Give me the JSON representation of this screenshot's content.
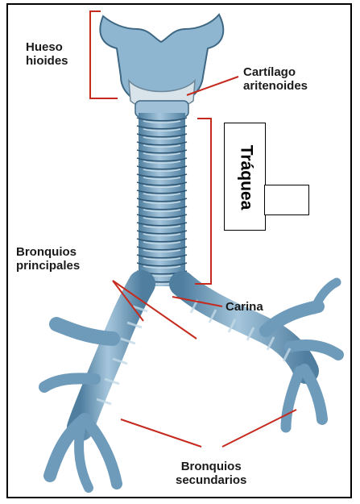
{
  "labels": {
    "hueso_hioides": "Hueso\nhioides",
    "cartilago_aritenoides": "Cartílago\naritenoides",
    "traquea": "Tráquea",
    "bronquios_principales": "Bronquios\nprincipales",
    "carina": "Carina",
    "bronquios_secundarios": "Bronquios\nsecundarios"
  },
  "colors": {
    "tissue_blue": "#7fa9c8",
    "tissue_dark": "#4f7e9f",
    "cartilage_light": "#c4dae7",
    "annotation_red": "#c62a1e",
    "background": "#ffffff",
    "frame": "#000000"
  }
}
